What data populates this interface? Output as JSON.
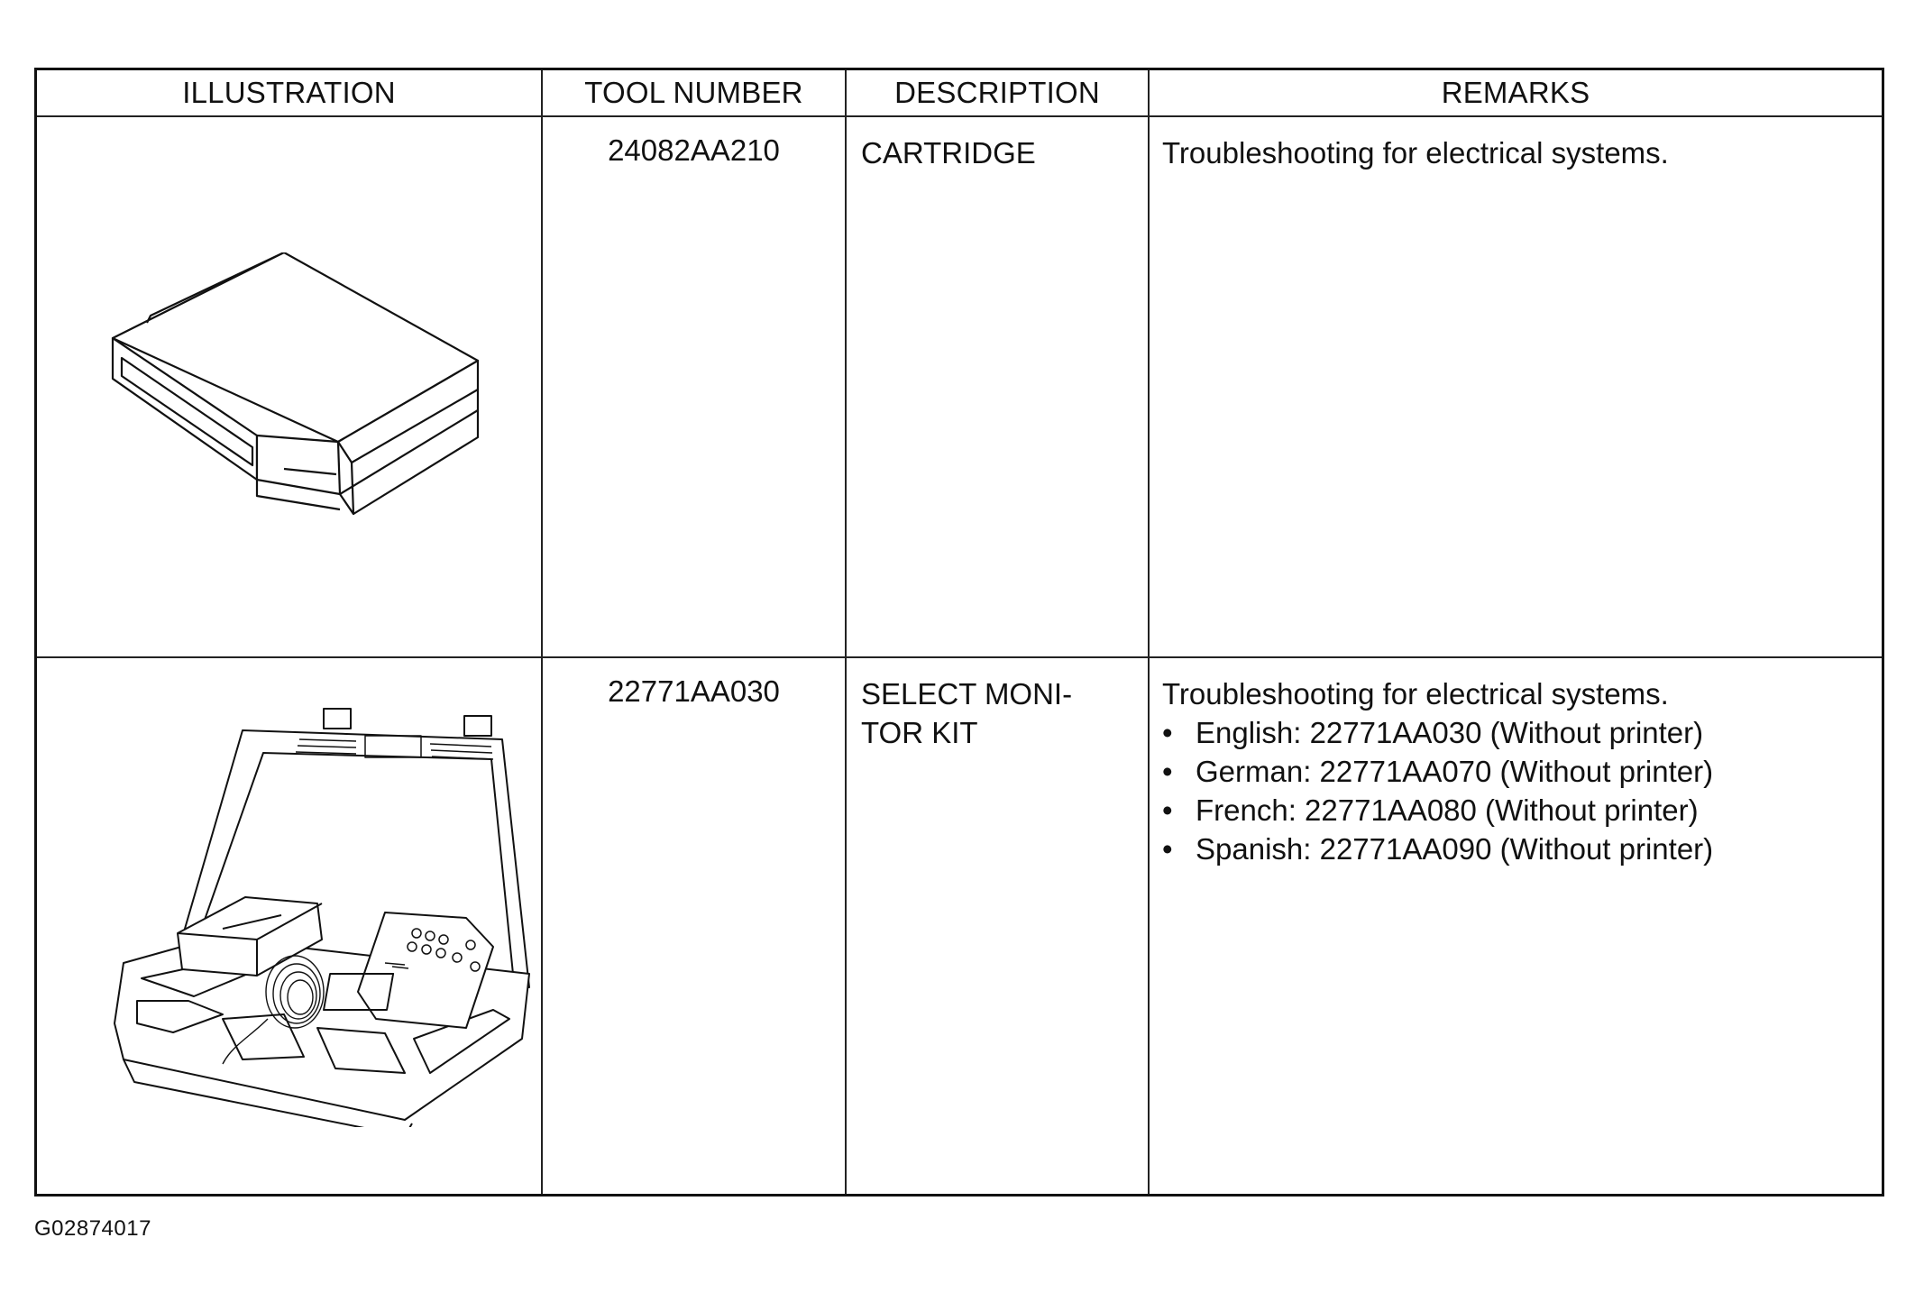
{
  "table": {
    "headers": {
      "illustration": "ILLUSTRATION",
      "tool_number": "TOOL NUMBER",
      "description": "DESCRIPTION",
      "remarks": "REMARKS"
    },
    "rows": [
      {
        "illustration_icon": "cartridge-icon",
        "tool_number": "24082AA210",
        "description": "CARTRIDGE",
        "remarks_intro": "Troubleshooting for electrical systems.",
        "remarks_items": []
      },
      {
        "illustration_icon": "select-monitor-kit-icon",
        "tool_number": "22771AA030",
        "description_lines": [
          "SELECT MONI-",
          "TOR KIT"
        ],
        "remarks_intro": "Troubleshooting for electrical systems.",
        "remarks_items": [
          "English: 22771AA030 (Without printer)",
          "German: 22771AA070 (Without printer)",
          "French: 22771AA080 (Without printer)",
          "Spanish: 22771AA090 (Without printer)"
        ]
      }
    ]
  },
  "figure_id": "G02874017",
  "colors": {
    "ink": "#111111",
    "paper": "#ffffff"
  }
}
